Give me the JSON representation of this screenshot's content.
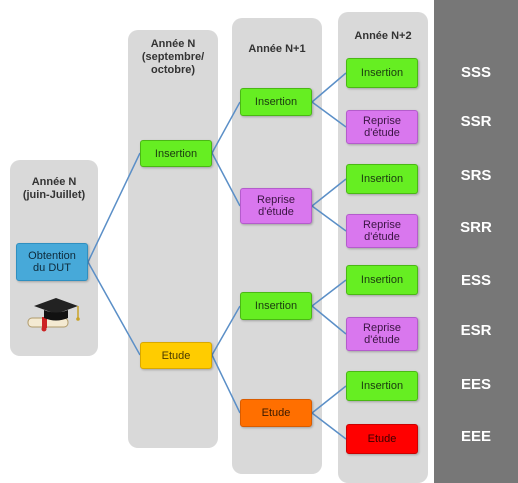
{
  "columns": {
    "col0_header": "Année N\n(juin-Juillet)",
    "col1_header": "Année N\n(septembre/\noctobre)",
    "col2_header": "Année N+1",
    "col3_header": "Année N+2"
  },
  "nodes": {
    "start": "Obtention\ndu DUT",
    "n_insertion": "Insertion",
    "n_etude": "Etude",
    "n1_insertion_a": "Insertion",
    "n1_reprise_a": "Reprise\nd'étude",
    "n1_insertion_b": "Insertion",
    "n1_etude_b": "Etude",
    "n2_1": "Insertion",
    "n2_2": "Reprise\nd'étude",
    "n2_3": "Insertion",
    "n2_4": "Reprise\nd'étude",
    "n2_5": "Insertion",
    "n2_6": "Reprise\nd'étude",
    "n2_7": "Insertion",
    "n2_8": "Etude"
  },
  "codes": [
    "SSS",
    "SSR",
    "SRS",
    "SRR",
    "ESS",
    "ESR",
    "EES",
    "EEE"
  ],
  "colors": {
    "insertion": "#66ee22",
    "reprise": "#d977ee",
    "etude_n": "#ffcc00",
    "etude_n1": "#ff6f00",
    "etude_n2": "#ff0000",
    "start": "#47a9d9",
    "panel": "#777777",
    "line": "#5b8fc7"
  },
  "icons": {
    "graduation": "graduation-cap-diploma-icon"
  }
}
